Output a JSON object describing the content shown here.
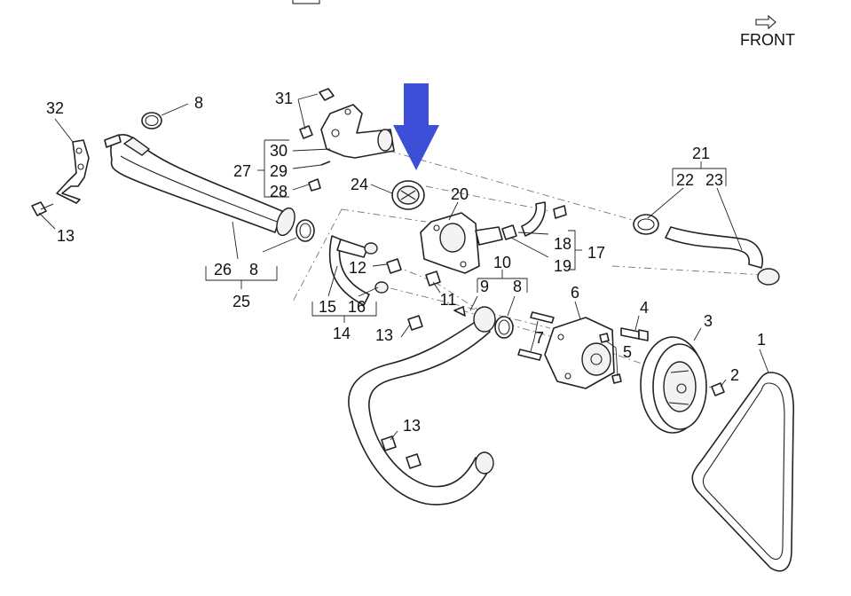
{
  "header": {
    "front_label": "FRONT"
  },
  "callouts": {
    "c1": "1",
    "c2": "2",
    "c3": "3",
    "c4": "4",
    "c5": "5",
    "c6": "6",
    "c7": "7",
    "c8a": "8",
    "c8b": "8",
    "c8c": "8",
    "c9": "9",
    "c10": "10",
    "c11": "11",
    "c12": "12",
    "c13a": "13",
    "c13b": "13",
    "c13c": "13",
    "c14": "14",
    "c15": "15",
    "c16": "16",
    "c17": "17",
    "c18": "18",
    "c19": "19",
    "c20": "20",
    "c21": "21",
    "c22": "22",
    "c23": "23",
    "c24": "24",
    "c25": "25",
    "c26": "26",
    "c27": "27",
    "c28": "28",
    "c29": "29",
    "c30": "30",
    "c31": "31",
    "c32": "32"
  },
  "highlight": {
    "color": "#3d4fd6",
    "target_part": "24"
  }
}
